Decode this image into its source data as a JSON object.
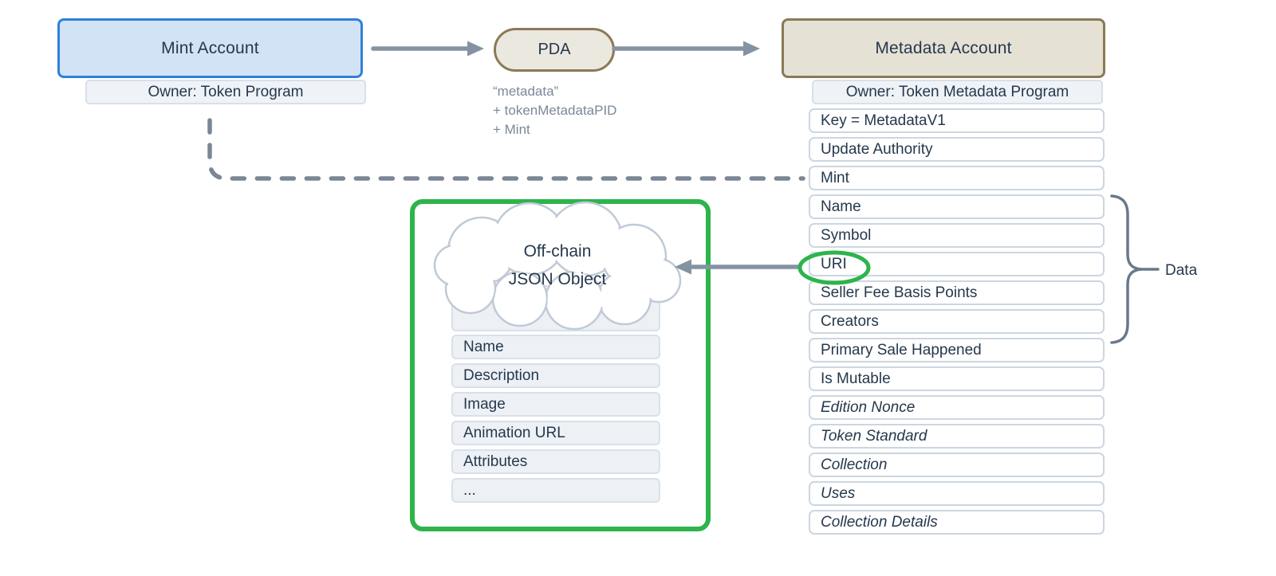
{
  "mint_account": {
    "title": "Mint Account",
    "owner_label": "Owner: Token Program"
  },
  "pda": {
    "label": "PDA",
    "seed_lines": "“metadata”\n+ tokenMetadataPID\n+ Mint"
  },
  "metadata_account": {
    "title": "Metadata Account",
    "owner_label": "Owner: Token Metadata Program",
    "fields": [
      {
        "label": "Key = MetadataV1",
        "italic": false
      },
      {
        "label": "Update Authority",
        "italic": false
      },
      {
        "label": "Mint",
        "italic": false
      },
      {
        "label": "Name",
        "italic": false
      },
      {
        "label": "Symbol",
        "italic": false
      },
      {
        "label": "URI",
        "italic": false,
        "annotation": "green-circle"
      },
      {
        "label": "Seller Fee Basis Points",
        "italic": false
      },
      {
        "label": "Creators",
        "italic": false
      },
      {
        "label": "Primary Sale Happened",
        "italic": false
      },
      {
        "label": "Is Mutable",
        "italic": false
      },
      {
        "label": "Edition Nonce",
        "italic": true
      },
      {
        "label": "Token Standard",
        "italic": true
      },
      {
        "label": "Collection",
        "italic": true
      },
      {
        "label": "Uses",
        "italic": true
      },
      {
        "label": "Collection Details",
        "italic": true
      }
    ]
  },
  "data_brace": {
    "label": "Data",
    "spans_fields": [
      "Name",
      "Symbol",
      "URI",
      "Seller Fee Basis Points",
      "Creators"
    ]
  },
  "offchain_object": {
    "cloud_title_line1": "Off-chain",
    "cloud_title_line2": "JSON Object",
    "fields": [
      "Name",
      "Description",
      "Image",
      "Animation URL",
      "Attributes",
      "..."
    ]
  },
  "connections": [
    "Mint Account -> PDA (solid arrow)",
    "PDA -> Metadata Account (solid arrow)",
    "Mint Account -> Mint field (dashed line)",
    "URI field -> Off-chain JSON Object (solid arrow)"
  ],
  "colors": {
    "mint_fill": "#d3e3f6",
    "mint_border": "#3080d8",
    "tan_fill": "#e6e1d5",
    "tan_border": "#8a7a56",
    "green_accent": "#2db44b",
    "arrow_gray": "#8493a2",
    "dashed_gray": "#7b8795",
    "navy_text": "#25384c",
    "row_fill_light": "#edf1f6"
  }
}
